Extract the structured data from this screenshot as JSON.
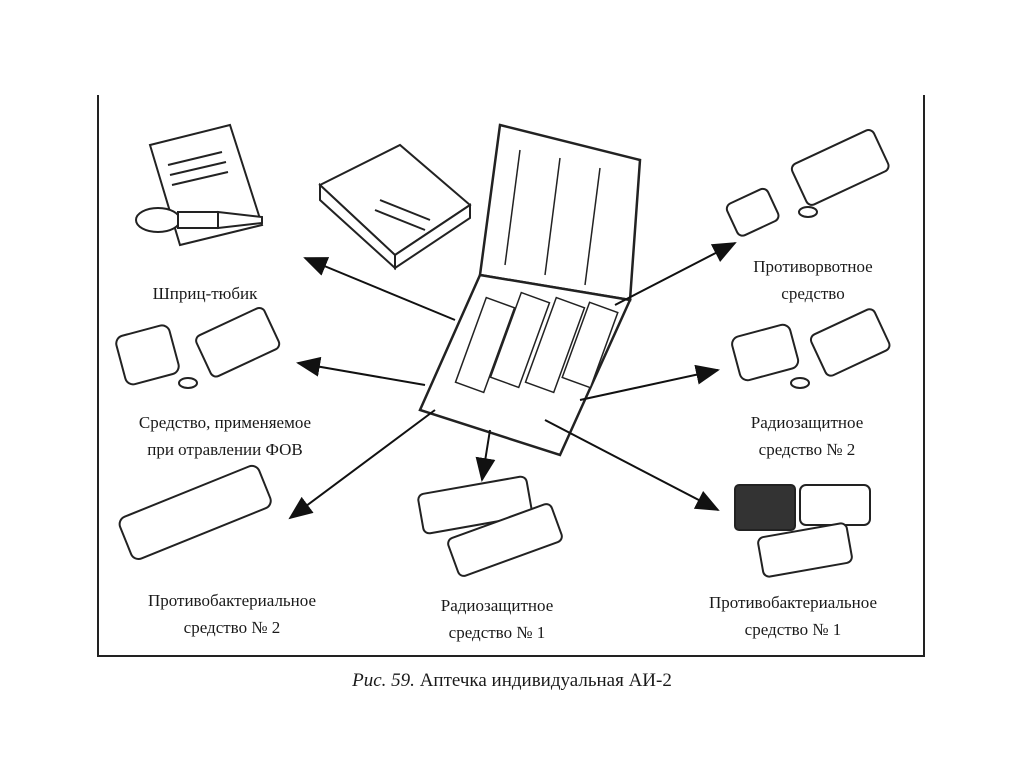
{
  "labels": {
    "syringe": "Шприц-тюбик",
    "antiemetic": [
      "Противорвотное",
      "средство"
    ],
    "fov": [
      "Средство, применяемое",
      "при отравлении ФОВ"
    ],
    "radioprotective2": [
      "Радиозащитное",
      "средство № 2"
    ],
    "antibacterial2": [
      "Противобактериальное",
      "средство № 2"
    ],
    "radioprotective1": [
      "Радиозащитное",
      "средство № 1"
    ],
    "antibacterial1": [
      "Противобактериальное",
      "средство № 1"
    ]
  },
  "caption": {
    "prefix": "Рис. 59.",
    "title": "Аптечка индивидуальная АИ-2"
  }
}
